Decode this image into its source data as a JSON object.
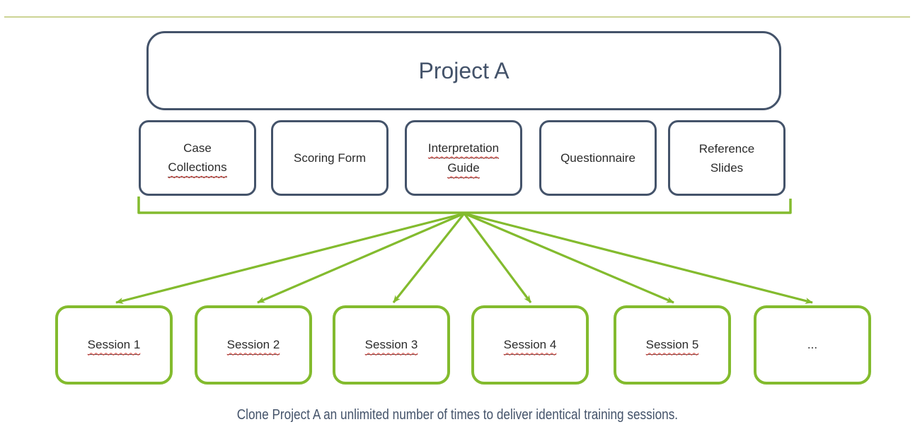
{
  "colors": {
    "green": "#83bb2e",
    "pale_rule": "#ccd494",
    "slate": "#44536a",
    "text": "#2b2b2b",
    "squiggle": "#e0443c"
  },
  "slide": {
    "title_box": {
      "label": "Project A"
    },
    "asset_boxes": [
      {
        "line1": "Case",
        "line2": "Collections"
      },
      {
        "line1": "Scoring Form",
        "line2": ""
      },
      {
        "line1": "Interpretation",
        "line2": "Guide"
      },
      {
        "line1": "Questionnaire",
        "line2": ""
      },
      {
        "line1": "Reference",
        "line2": "Slides"
      }
    ],
    "session_boxes": [
      "Session 1",
      "Session 2",
      "Session 3",
      "Session 4",
      "Session 5",
      "..."
    ],
    "caption": "Clone Project A an unlimited number of times to deliver identical training sessions."
  }
}
